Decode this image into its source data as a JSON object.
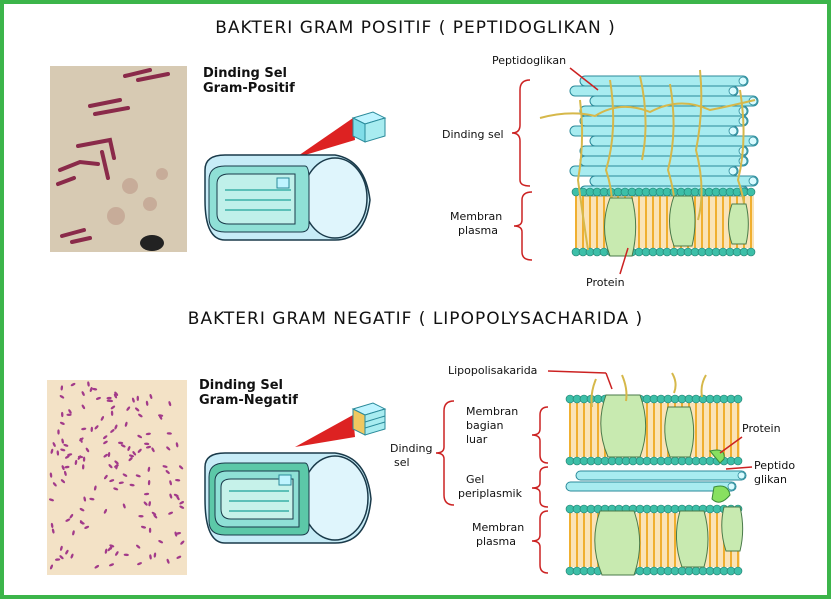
{
  "gram_positive": {
    "title": "BAKTERI GRAM POSITIF ( PEPTIDOGLIKAN )",
    "cell_label_line1": "Dinding Sel",
    "cell_label_line2": "Gram-Positif",
    "labels": {
      "peptidoglikan": "Peptidoglikan",
      "dinding_sel": "Dinding sel",
      "membran_line1": "Membran",
      "membran_line2": "plasma",
      "protein": "Protein"
    }
  },
  "gram_negative": {
    "title": "BAKTERI GRAM NEGATIF ( LIPOPOLYSACHARIDA )",
    "cell_label_line1": "Dinding Sel",
    "cell_label_line2": "Gram-Negatif",
    "labels": {
      "lipopolisakarida": "Lipopolisakarida",
      "dinding_line1": "Dinding",
      "dinding_line2": "sel",
      "membran_luar_line1": "Membran",
      "membran_luar_line2": "bagian",
      "membran_luar_line3": "luar",
      "gel_line1": "Gel",
      "gel_line2": "periplasmik",
      "membran_plasma_line1": "Membran",
      "membran_plasma_line2": "plasma",
      "protein": "Protein",
      "peptido_line1": "Peptido",
      "peptido_line2": "glikan"
    }
  },
  "colors": {
    "frame": "#3cb54a",
    "rod_fill": "#a8ecf0",
    "rod_stroke": "#2a8a9a",
    "head": "#3dbfa8",
    "tail": "#f0b030",
    "protein": "#c8eab0",
    "fiber": "#d6b84a",
    "pointer": "#cc2222",
    "cell_blue": "#bfe8f6"
  }
}
